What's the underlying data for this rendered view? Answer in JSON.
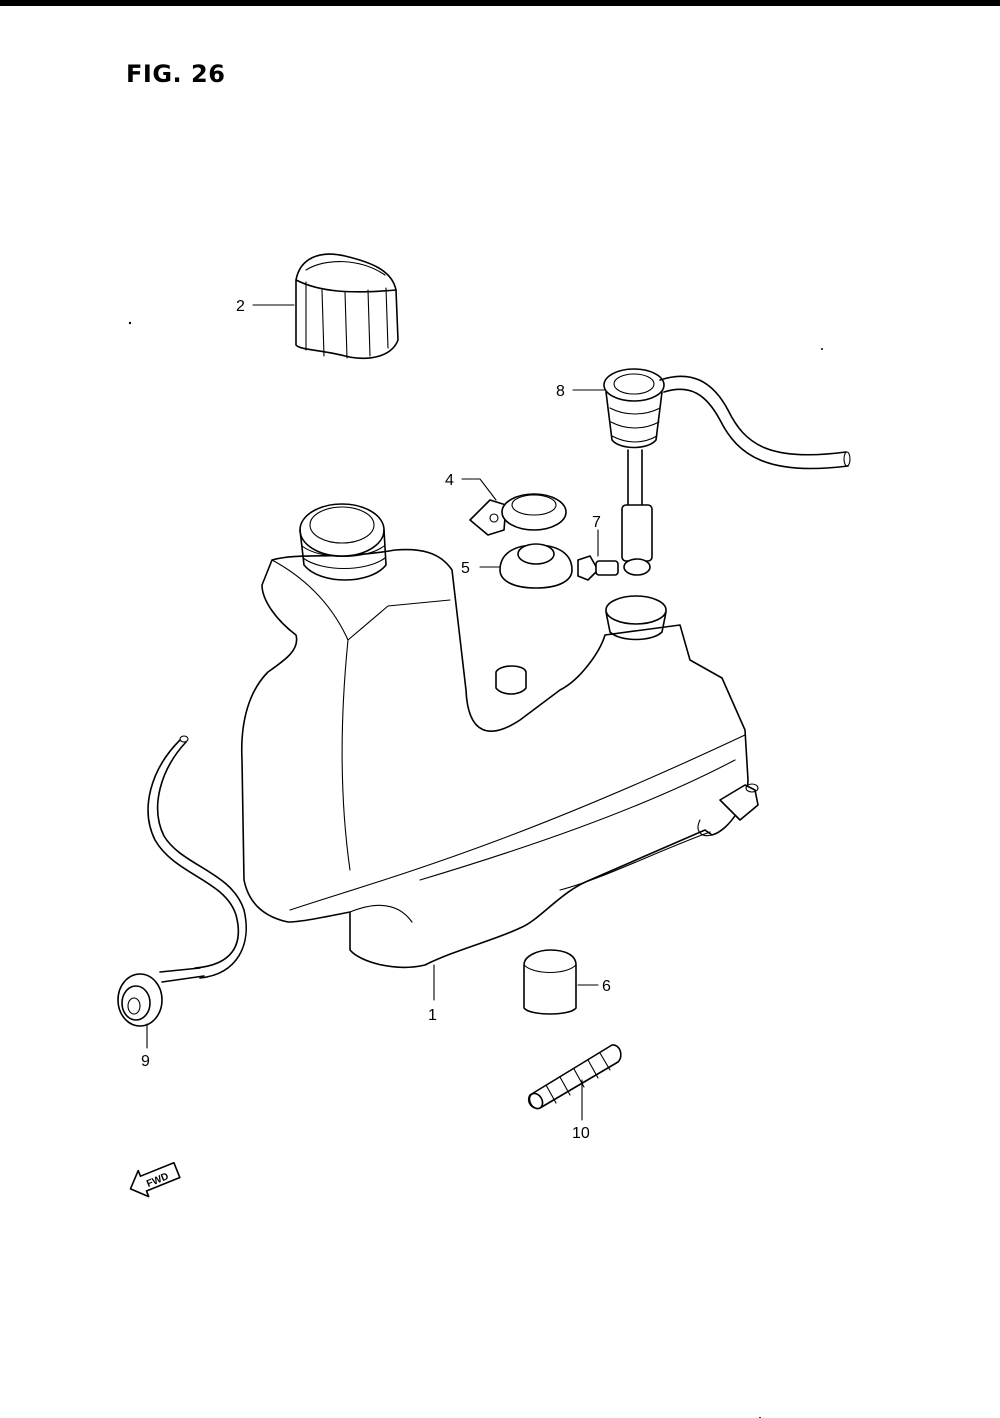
{
  "figure": {
    "title": "FIG. 26"
  },
  "callouts": {
    "c1": "1",
    "c2": "2",
    "c4": "4",
    "c5": "5",
    "c6": "6",
    "c7": "7",
    "c8": "8",
    "c9": "9",
    "c10": "10"
  },
  "fwd_arrow": {
    "label": "FWD"
  },
  "colors": {
    "line": "#000000",
    "background": "#ffffff"
  }
}
